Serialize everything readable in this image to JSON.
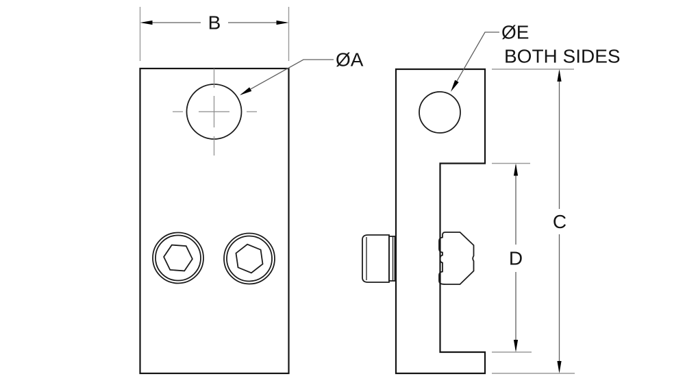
{
  "drawing": {
    "labels": {
      "dim_b": "B",
      "hole_a": "ØA",
      "hole_e": "ØE",
      "hole_e_note": "BOTH SIDES",
      "dim_c": "C",
      "dim_d": "D"
    },
    "colors": {
      "background": "#ffffff",
      "outline": "#141414",
      "detail": "#1c1c1c",
      "dimension": "#5f5f5f",
      "extension": "#9a9a9a",
      "centerline": "#8a8a8a",
      "arrow": "#000000",
      "text": "#141414"
    }
  }
}
